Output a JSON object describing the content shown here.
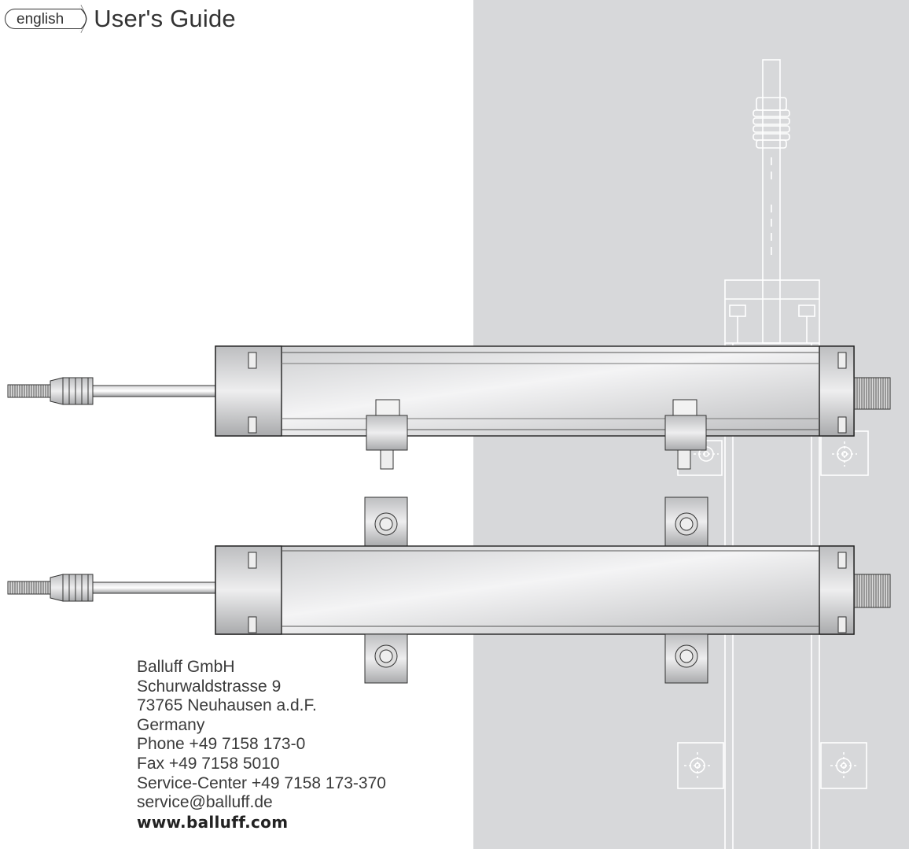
{
  "header": {
    "language_badge": "english",
    "title": "User's Guide"
  },
  "address": {
    "company": "Balluff GmbH",
    "street": "Schurwaldstrasse 9",
    "city": "73765 Neuhausen a.d.F.",
    "country": "Germany",
    "phone": "Phone +49 7158 173-0",
    "fax": "Fax +49 7158 5010",
    "service": "Service-Center +49 7158 173-370",
    "email": "service@balluff.de",
    "website": "www.balluff.com"
  },
  "colors": {
    "panel": "#d7d8da",
    "line": "#ffffff",
    "text": "#3a3a3a"
  }
}
